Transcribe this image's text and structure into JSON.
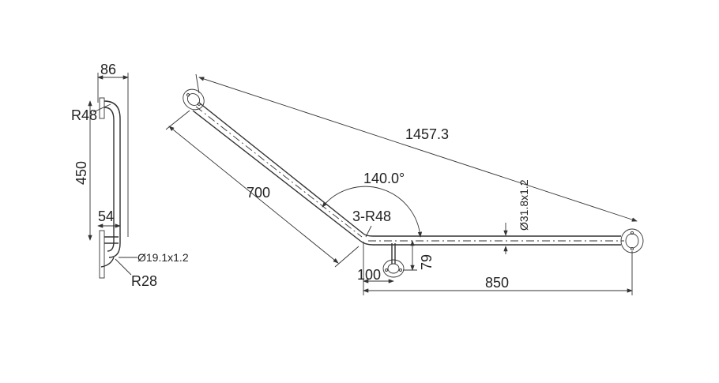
{
  "side_view": {
    "dim_width": "86",
    "dim_bend_radius": "R48",
    "dim_height": "450",
    "dim_offset": "54",
    "dim_tube": "Ø19.1x1.2",
    "dim_flange_radius": "R28"
  },
  "top_view": {
    "dim_diagonal": "1457.3",
    "dim_angle": "140.0°",
    "dim_long_leg": "700",
    "dim_bend_radii": "3-R48",
    "dim_flange_dia": "Ø31.8x1.2",
    "dim_support_height": "79",
    "dim_support_offset": "100",
    "dim_short_leg": "850"
  },
  "colors": {
    "line": "#333333",
    "text": "#222222",
    "background": "#ffffff"
  }
}
